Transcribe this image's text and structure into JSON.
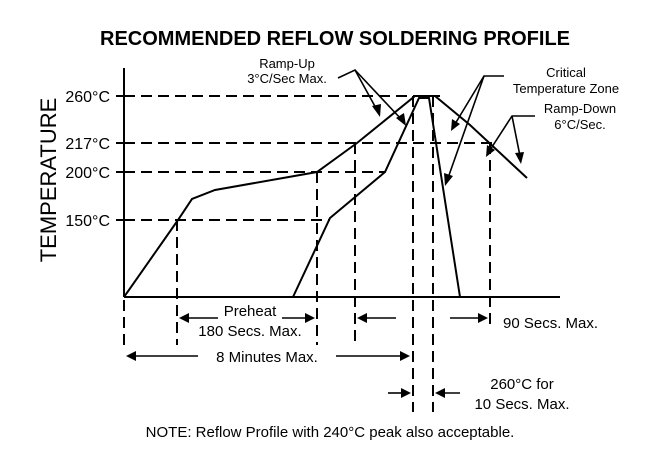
{
  "title": "RECOMMENDED REFLOW SOLDERING PROFILE",
  "y_axis_label": "TEMPERATURE",
  "ticks": {
    "t260": "260°C",
    "t217": "217°C",
    "t200": "200°C",
    "t150": "150°C"
  },
  "annotations": {
    "ramp_up_line1": "Ramp-Up",
    "ramp_up_line2": "3°C/Sec Max.",
    "critical_line1": "Critical",
    "critical_line2": "Temperature Zone",
    "ramp_down_line1": "Ramp-Down",
    "ramp_down_line2": "6°C/Sec.",
    "preheat_line1": "Preheat",
    "preheat_line2": "180 Secs. Max.",
    "eight_min": "8 Minutes Max.",
    "ninety_sec": "90 Secs. Max.",
    "peak_line1": "260°C for",
    "peak_line2": "10 Secs. Max."
  },
  "note": "NOTE:  Reflow Profile with 240°C peak also acceptable."
}
